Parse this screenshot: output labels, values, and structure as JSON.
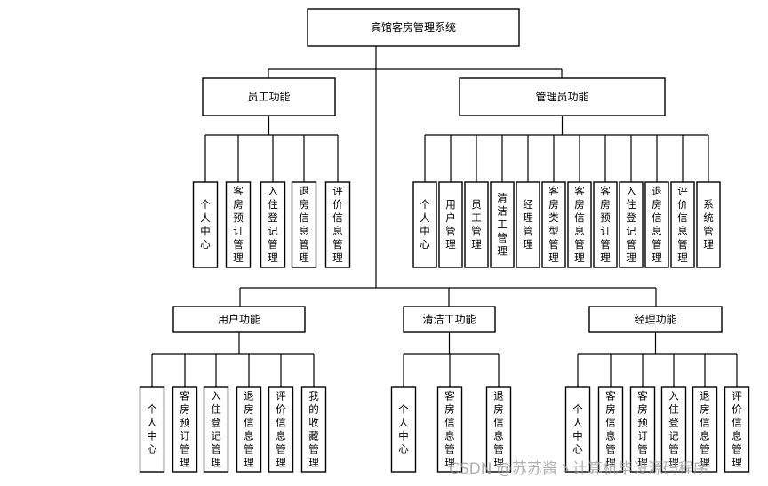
{
  "root": {
    "label": "宾馆客房管理系统"
  },
  "groups": [
    {
      "id": "staff",
      "label": "员工功能",
      "items": [
        "个人中心",
        "客房预订管理",
        "入住登记管理",
        "退房信息管理",
        "评价信息管理"
      ]
    },
    {
      "id": "admin",
      "label": "管理员功能",
      "items": [
        "个人中心",
        "用户管理",
        "员工管理",
        "清洁工管理",
        "经理管理",
        "客房类型管理",
        "客房信息管理",
        "客房预订管理",
        "入住登记管理",
        "退房信息管理",
        "评价信息管理",
        "系统管理"
      ]
    },
    {
      "id": "user",
      "label": "用户功能",
      "items": [
        "个人中心",
        "客房预订管理",
        "入住登记管理",
        "退房信息管理",
        "评价信息管理",
        "我的收藏管理"
      ]
    },
    {
      "id": "cleaner",
      "label": "清洁工功能",
      "items": [
        "个人中心",
        "客房信息管理",
        "退房信息管理"
      ]
    },
    {
      "id": "manager",
      "label": "经理功能",
      "items": [
        "个人中心",
        "客房信息管理",
        "客房预订管理",
        "入住登记管理",
        "退房信息管理",
        "评价信息管理"
      ]
    }
  ],
  "watermark": "CSDN @苏苏酱ゝ计算机毕设源码程序"
}
